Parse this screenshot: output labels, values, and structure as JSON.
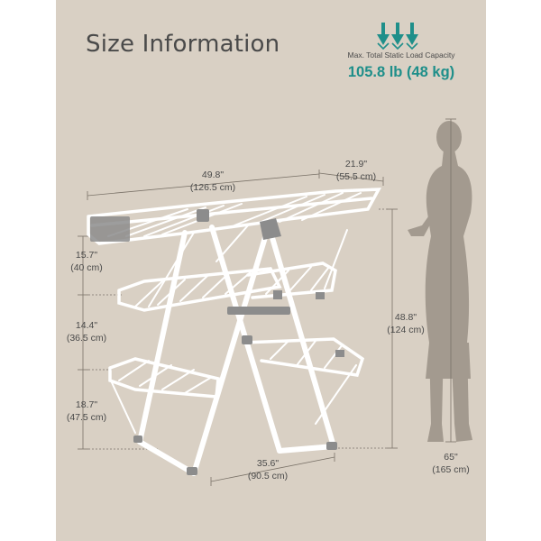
{
  "title": "Size Information",
  "capacity": {
    "label": "Max. Total Static Load Capacity",
    "value": "105.8 lb (48 kg)"
  },
  "dimensions": {
    "width": {
      "in": "49.8\"",
      "cm": "(126.5 cm)"
    },
    "depth_top": {
      "in": "21.9\"",
      "cm": "(55.5 cm)"
    },
    "tier1": {
      "in": "15.7\"",
      "cm": "(40 cm)"
    },
    "tier2": {
      "in": "14.4\"",
      "cm": "(36.5 cm)"
    },
    "tier3": {
      "in": "18.7\"",
      "cm": "(47.5 cm)"
    },
    "height": {
      "in": "48.8\"",
      "cm": "(124 cm)"
    },
    "base": {
      "in": "35.6\"",
      "cm": "(90.5 cm)"
    },
    "person": {
      "in": "65\"",
      "cm": "(165 cm)"
    }
  },
  "colors": {
    "background": "#d9d0c4",
    "accent": "#1f8f8a",
    "text": "#4a4a4a",
    "rack": "#ffffff",
    "clips": "#8c8c8c",
    "silhouette": "#a39a8f"
  }
}
